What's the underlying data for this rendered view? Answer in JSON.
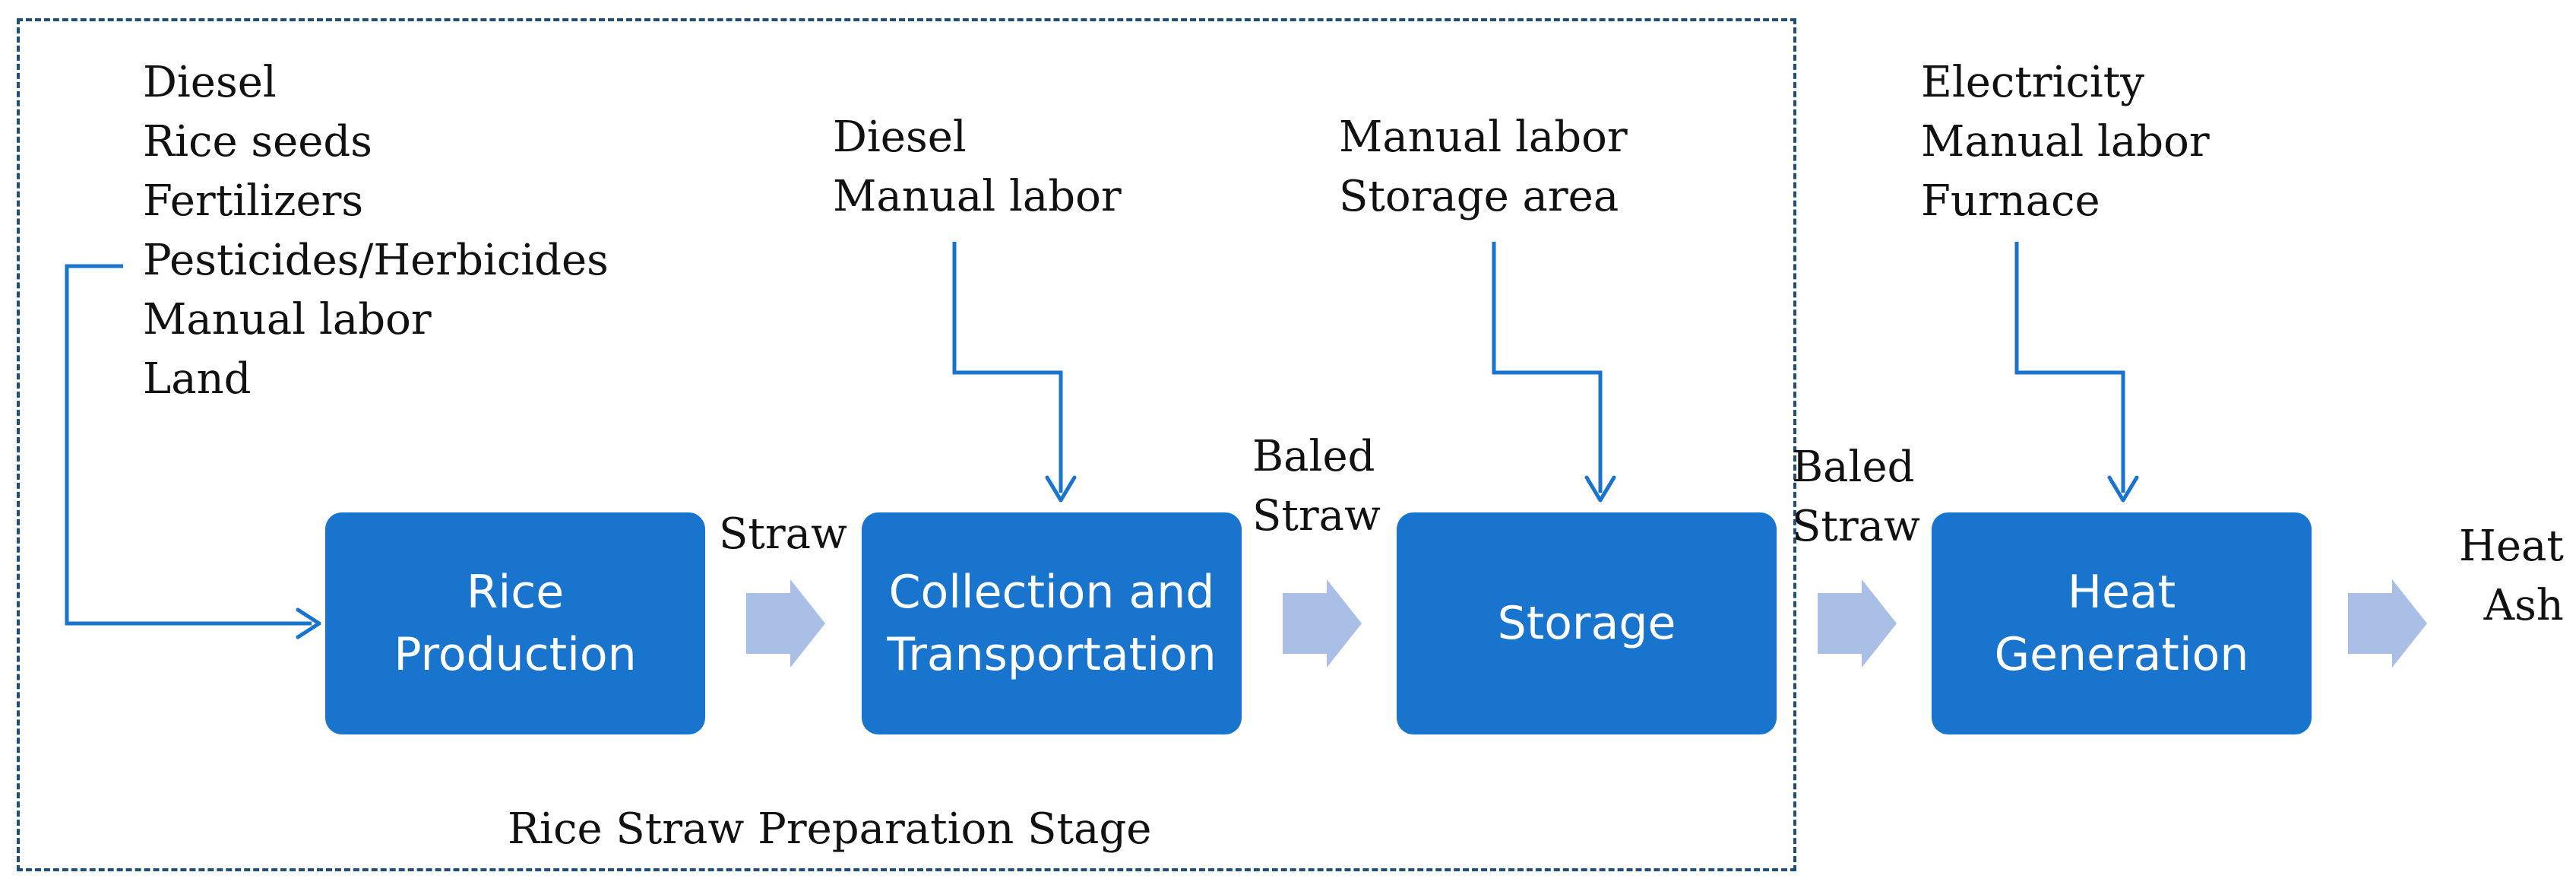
{
  "colors": {
    "box": "#1874cd",
    "line": "#1874cd",
    "flow_arrow": "#a9bfe6",
    "stage_border": "#1f4e79",
    "text": "#111111"
  },
  "stage_label": "Rice Straw Preparation Stage",
  "processes": [
    {
      "lines": [
        "Rice",
        "Production"
      ]
    },
    {
      "lines": [
        "Collection and",
        "Transportation"
      ]
    },
    {
      "lines": [
        "Storage"
      ]
    },
    {
      "lines": [
        "Heat",
        "Generation"
      ]
    }
  ],
  "inputs": [
    [
      "Diesel",
      "Rice seeds",
      "Fertilizers",
      "Pesticides/Herbicides",
      "Manual labor",
      "Land"
    ],
    [
      "Diesel",
      "Manual labor"
    ],
    [
      "Manual labor",
      "Storage area"
    ],
    [
      "Electricity",
      "Manual labor",
      "Furnace"
    ]
  ],
  "flows": [
    {
      "lines": [
        "Straw"
      ]
    },
    {
      "lines": [
        "Baled",
        "Straw"
      ]
    },
    {
      "lines": [
        "Baled",
        "Straw"
      ]
    },
    {
      "lines": [
        "Heat",
        "Ash"
      ]
    }
  ]
}
